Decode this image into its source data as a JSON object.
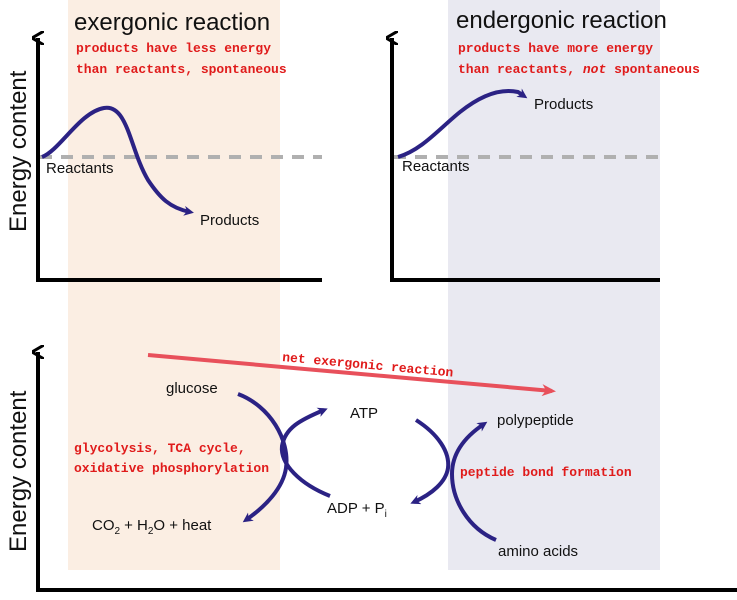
{
  "colors": {
    "exergonic_band": "#fbeee3",
    "endergonic_band": "#e9e9f1",
    "curve": "#2b2284",
    "annotation": "#e01b1b",
    "net_arrow": "#e8505b",
    "reference_line": "#b0b0b0",
    "axis": "#000000"
  },
  "top": {
    "y_axis_label": "Energy content",
    "exergonic": {
      "title": "exergonic reaction",
      "note_line1": "products have less energy",
      "note_line2": "than reactants, spontaneous",
      "reactants": "Reactants",
      "products": "Products"
    },
    "endergonic": {
      "title": "endergonic reaction",
      "note_line1": "products have more energy",
      "note_line2_pre": "than reactants,",
      "note_line2_em": "not",
      "note_line2_post": "spontaneous",
      "reactants": "Reactants",
      "products": "Products"
    }
  },
  "bottom": {
    "y_axis_label": "Energy content",
    "net_reaction": "net exergonic reaction",
    "glucose": "glucose",
    "co2_prefix": "CO",
    "co2_sub": "2",
    "h2o_prefix": "+ H",
    "h2o_sub": "2",
    "h2o_suffix": "O + heat",
    "atp": "ATP",
    "adp_prefix": "ADP + P",
    "adp_sub": "i",
    "catabolism_line1": "glycolysis, TCA cycle,",
    "catabolism_line2": "oxidative phosphorylation",
    "polypeptide": "polypeptide",
    "amino_acids": "amino acids",
    "anabolism": "peptide bond formation"
  }
}
